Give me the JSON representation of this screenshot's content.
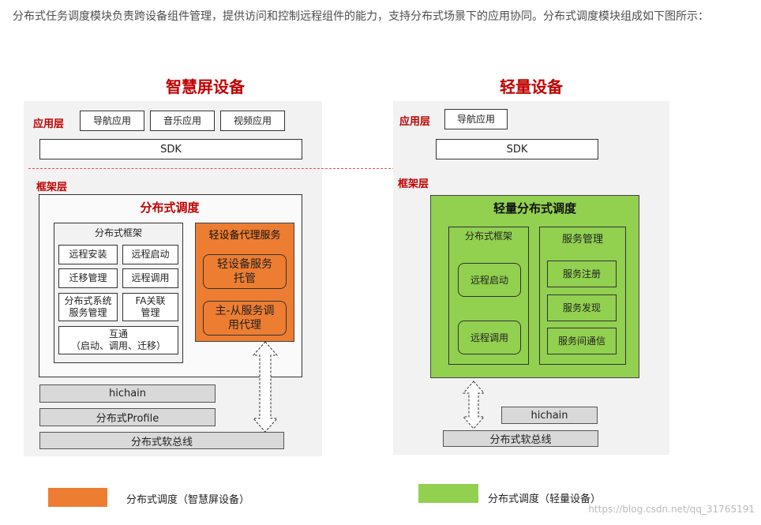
{
  "intro": "分布式任务调度模块负责跨设备组件管理，提供访问和控制远程组件的能力，支持分布式场景下的应用协同。分布式调度模块组成如下图所示：",
  "left": {
    "title": "智慧屏设备",
    "app_layer": "应用层",
    "apps": [
      "导航应用",
      "音乐应用",
      "视频应用"
    ],
    "sdk": "SDK",
    "framework_layer": "框架层",
    "dist_sched": "分布式调度",
    "framework": {
      "title": "分布式框架",
      "items": [
        "远程安装",
        "远程启动",
        "迁移管理",
        "远程调用",
        "分布式系统\n服务管理",
        "FA关联\n管理"
      ],
      "interop": "互通\n（启动、调用、迁移）"
    },
    "proxy": {
      "title": "轻设备代理服务",
      "items": [
        "轻设备服务\n托管",
        "主-从服务调\n用代理"
      ]
    },
    "hichain": "hichain",
    "profile": "分布式Profile",
    "bus": "分布式软总线"
  },
  "right": {
    "title": "轻量设备",
    "app_layer": "应用层",
    "apps": [
      "导航应用"
    ],
    "sdk": "SDK",
    "framework_layer": "框架层",
    "dist_sched": "轻量分布式调度",
    "framework": {
      "title": "分布式框架",
      "items": [
        "远程启动",
        "远程调用"
      ]
    },
    "service_mgmt": {
      "title": "服务管理",
      "items": [
        "服务注册",
        "服务发现",
        "服务间通信"
      ]
    },
    "hichain": "hichain",
    "bus": "分布式软总线"
  },
  "legend": [
    {
      "label": "分布式调度（智慧屏设备）",
      "color": "#ed7d31"
    },
    {
      "label": "分布式调度（轻量设备）",
      "color": "#92d050"
    }
  ],
  "watermark": "https://blog.csdn.net/qq_31765191"
}
